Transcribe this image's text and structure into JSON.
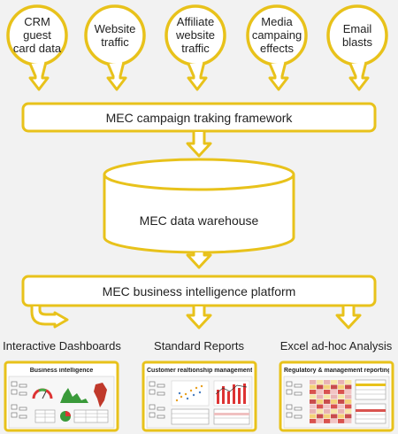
{
  "colors": {
    "accent": "#e8c21b",
    "background": "#f2f2f2",
    "box_fill": "#ffffff",
    "text": "#222222"
  },
  "sources": [
    {
      "label": "CRM\nguest\ncard data"
    },
    {
      "label": "Website\ntraffic"
    },
    {
      "label": "Affiliate\nwebsite\ntraffic"
    },
    {
      "label": "Media\ncampaing\neffects"
    },
    {
      "label": "Email\nblasts"
    }
  ],
  "framework": {
    "label": "MEC campaign traking framework"
  },
  "warehouse": {
    "label": "MEC data warehouse"
  },
  "platform": {
    "label": "MEC business intelligence platform"
  },
  "outputs": [
    {
      "label": "Interactive Dashboards",
      "thumb_title": "Business intelligence"
    },
    {
      "label": "Standard Reports",
      "thumb_title": "Customer realtionship management"
    },
    {
      "label": "Excel ad-hoc Analysis",
      "thumb_title": "Regulatory & management reporting"
    }
  ]
}
